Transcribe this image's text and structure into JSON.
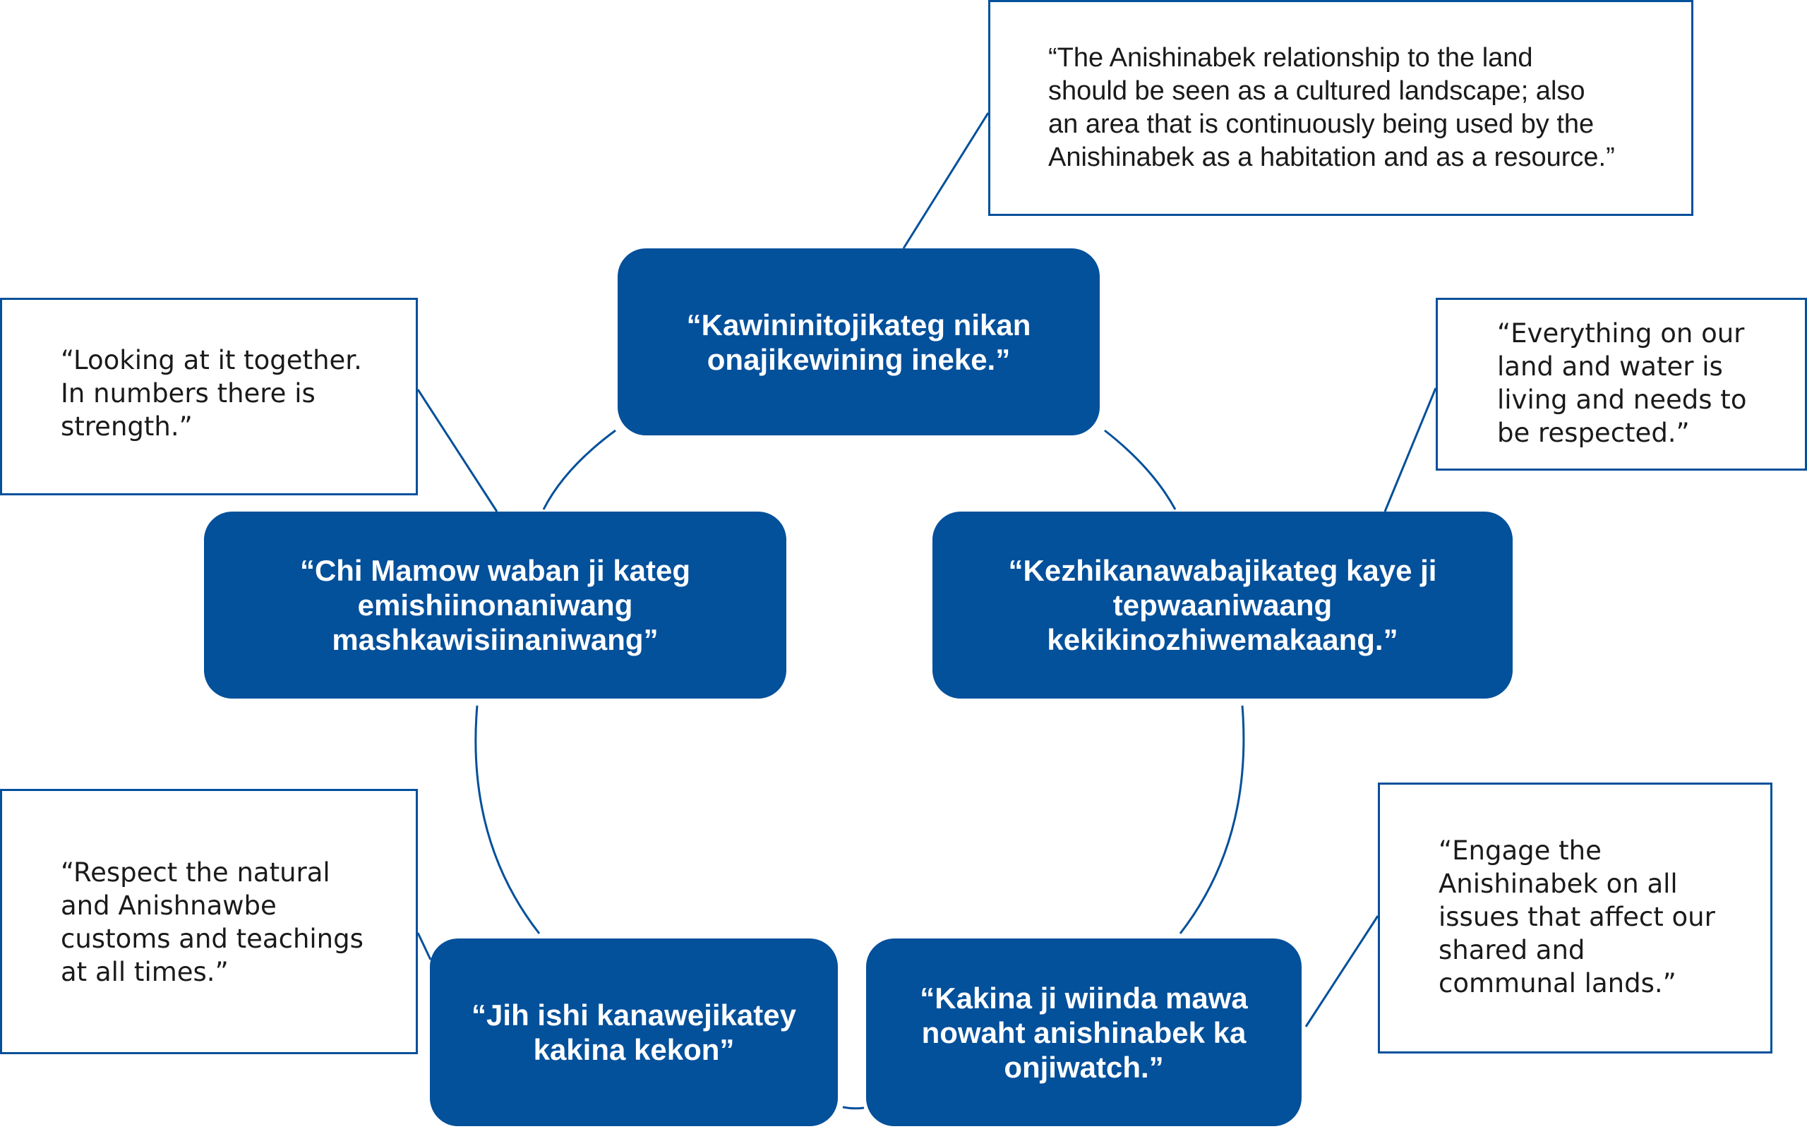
{
  "colors": {
    "node_fill": "#03509b",
    "node_text": "#ffffff",
    "quote_border": "#03509b",
    "connector": "#03509b"
  },
  "nodes": {
    "top": "“Kawininitojikateg nikan onajikewining ineke.”",
    "left": "“Chi Mamow waban ji kateg emishiinonaniwang mashkawisiinaniwang”",
    "right": "“Kezhikanawabajikateg kaye ji tepwaaniwaang kekikinozhiwemakaang.”",
    "bottom_left": "“Jih ishi kanawejikatey kakina kekon”",
    "bottom_right": "“Kakina ji wiinda mawa nowaht anishinabek ka onjiwatch.”"
  },
  "quotes": {
    "top": "“The Anishinabek relationship to the land\nshould be seen as a cultured landscape; also\nan area that is continuously being used by the\nAnishinabek as a habitation and as a resource.”",
    "upper_left": "“Looking at it together.\nIn numbers there is\nstrength.”",
    "upper_right": "“Everything on our\nland and water is\nliving and needs to\nbe respected.”",
    "lower_left": "“Respect the natural\nand Anishnawbe\ncustoms and teachings\nat all times.”",
    "lower_right": "“Engage the\nAnishinabek on all\nissues that affect our\nshared and\ncommunal lands.”"
  }
}
